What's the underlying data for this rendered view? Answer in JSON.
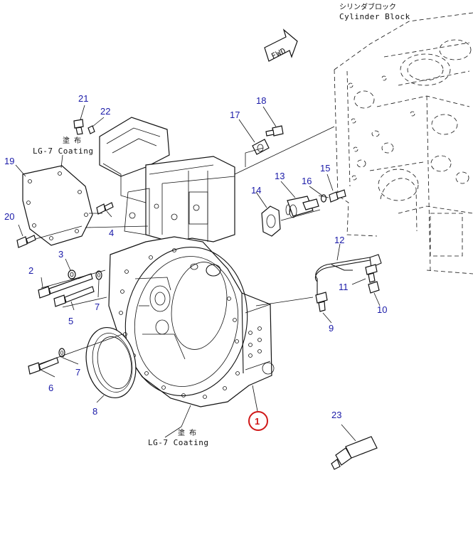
{
  "labels": {
    "block_jp": "シリンダブロック",
    "block_en": "Cylinder Block",
    "fwd": "FWD",
    "coat1_jp": "塗 布",
    "coat1_en": "LG-7 Coating",
    "coat2_jp": "塗 布",
    "coat2_en": "LG-7 Coating"
  },
  "callouts": {
    "c1": "1",
    "c2": "2",
    "c3": "3",
    "c4": "4",
    "c5": "5",
    "c6": "6",
    "c7a": "7",
    "c7b": "7",
    "c8": "8",
    "c9": "9",
    "c10": "10",
    "c11": "11",
    "c12": "12",
    "c13": "13",
    "c14": "14",
    "c15": "15",
    "c16": "16",
    "c17": "17",
    "c18": "18",
    "c19": "19",
    "c20": "20",
    "c21": "21",
    "c22": "22",
    "c23": "23"
  },
  "colors": {
    "callout": "#1a1aa8",
    "highlight": "#d01818",
    "linework": "#111111"
  }
}
